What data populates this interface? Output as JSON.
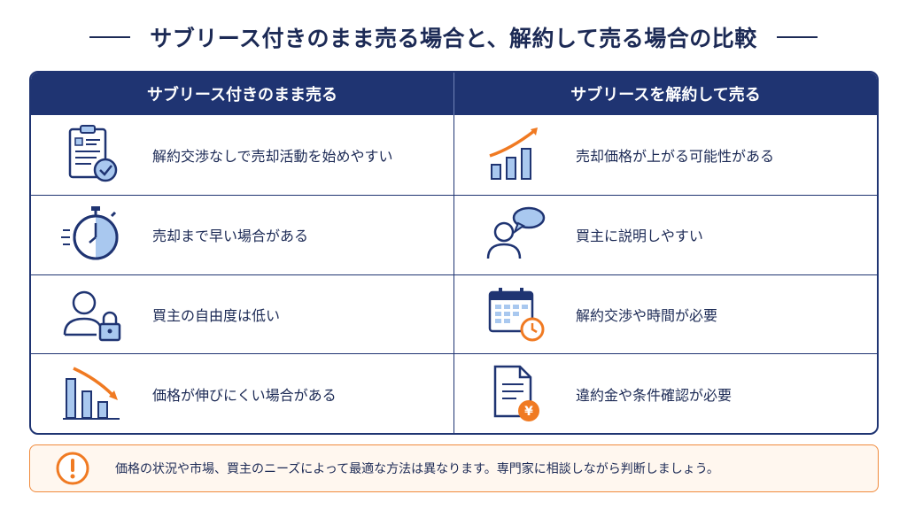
{
  "title": "サブリース付きのまま売る場合と、解約して売る場合の比較",
  "columns": {
    "left": "サブリース付きのまま売る",
    "right": "サブリースを解約して売る"
  },
  "rows": [
    {
      "left": {
        "text": "解約交渉なしで売却活動を始めやすい",
        "icon": "clipboard-check-icon"
      },
      "right": {
        "text": "売却価格が上がる可能性がある",
        "icon": "bar-chart-up-icon"
      }
    },
    {
      "left": {
        "text": "売却まで早い場合がある",
        "icon": "stopwatch-icon"
      },
      "right": {
        "text": "買主に説明しやすい",
        "icon": "person-speech-icon"
      }
    },
    {
      "left": {
        "text": "買主の自由度は低い",
        "icon": "person-lock-icon"
      },
      "right": {
        "text": "解約交渉や時間が必要",
        "icon": "calendar-clock-icon"
      }
    },
    {
      "left": {
        "text": "価格が伸びにくい場合がある",
        "icon": "bar-chart-down-icon"
      },
      "right": {
        "text": "違約金や条件確認が必要",
        "icon": "document-yen-icon"
      }
    }
  ],
  "note": {
    "icon": "exclamation-icon",
    "text": "価格の状況や市場、買主のニーズによって最適な方法は異なります。専門家に相談しながら判断しましょう。"
  },
  "colors": {
    "navy": "#1f3472",
    "light_blue": "#a9c8ef",
    "orange": "#f07a22"
  }
}
